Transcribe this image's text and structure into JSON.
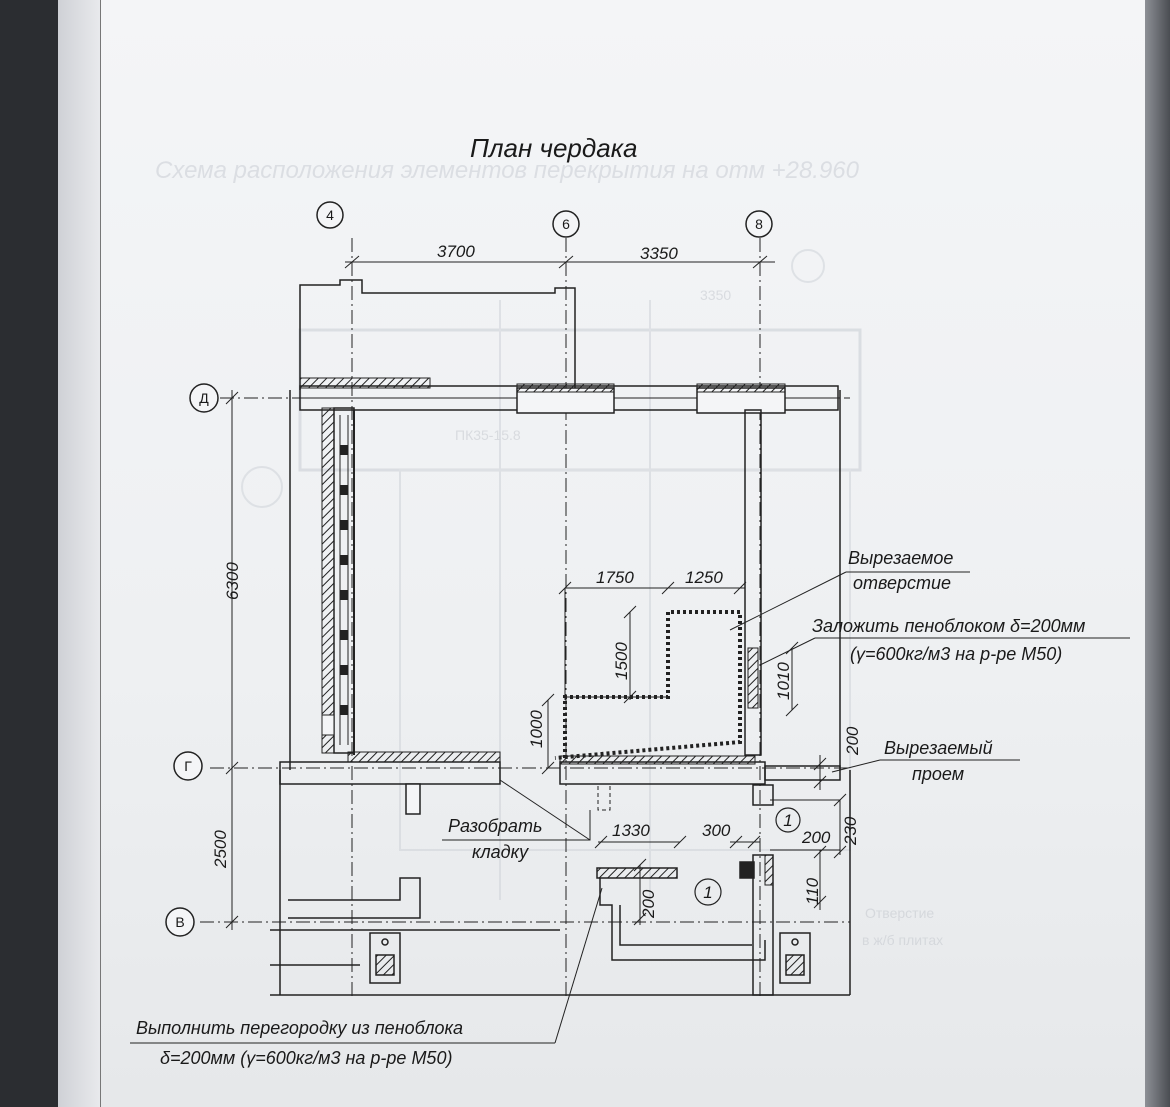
{
  "title": "План чердака",
  "ghost_title": "Схема расположения элементов перекрытия на отм +28.960",
  "axes": {
    "columns": [
      "4",
      "6",
      "8"
    ],
    "rows": [
      "Д",
      "Г",
      "В"
    ]
  },
  "dimensions": {
    "d_4_6": "3700",
    "d_6_8": "3350",
    "d_D_G": "6300",
    "d_G_V": "2500",
    "d_1750": "1750",
    "d_1250": "1250",
    "d_1500": "1500",
    "d_1000": "1000",
    "d_1010": "1010",
    "d_200a": "200",
    "d_1330": "1330",
    "d_300": "300",
    "d_200b": "200",
    "d_230": "230",
    "d_200c": "200",
    "d_110": "110"
  },
  "markers": {
    "m1": "1",
    "m2": "1"
  },
  "notes": {
    "cut_hole_l1": "Вырезаемое",
    "cut_hole_l2": "отверстие",
    "foam_fill_l1": "Заложить пеноблоком δ=200мм",
    "foam_fill_l2": "(γ=600кг/м3 на р-ре М50)",
    "cut_opening_l1": "Вырезаемый",
    "cut_opening_l2": "проем",
    "dismantle_l1": "Разобрать",
    "dismantle_l2": "кладку",
    "partition_l1": "Выполнить перегородку из пеноблока",
    "partition_l2": "δ=200мм (γ=600кг/м3 на р-ре М50)"
  },
  "ghost_labels": {
    "g1": "ПК35-15.8",
    "g2": "Отверстие",
    "g3": "в ж/б плитах",
    "g4": "3350"
  }
}
